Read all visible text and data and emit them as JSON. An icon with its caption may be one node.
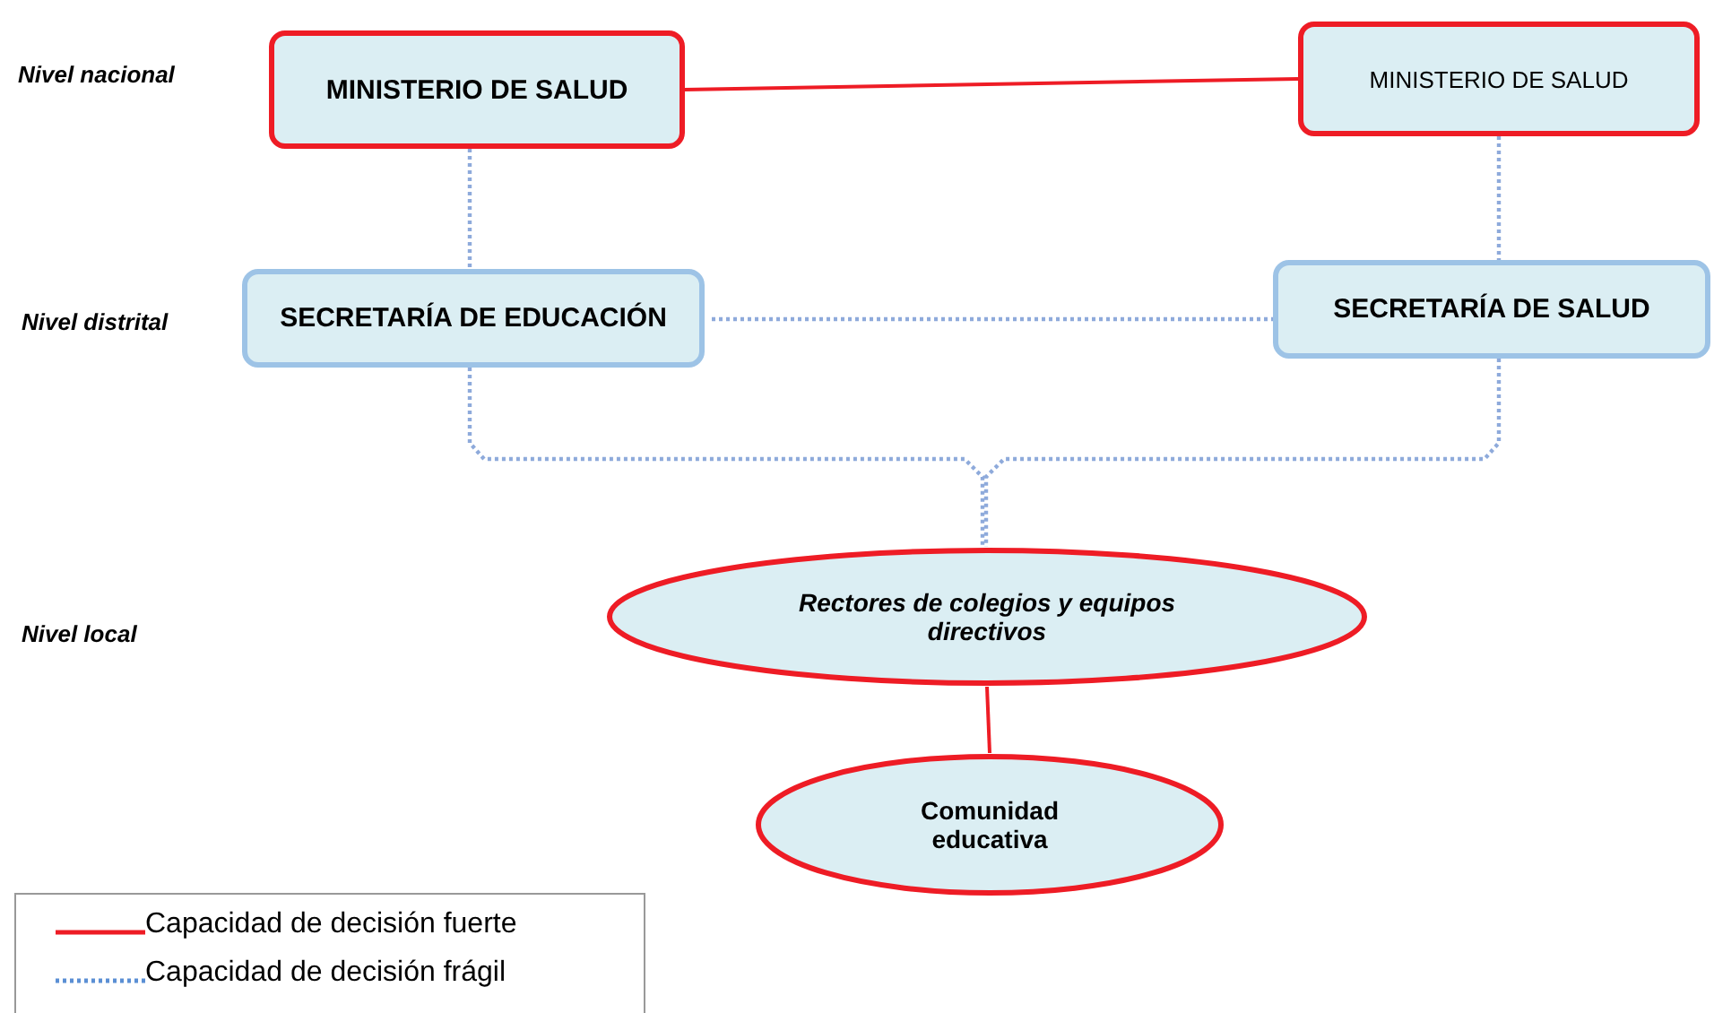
{
  "diagram": {
    "nodes": [
      {
        "text": [
          "MINISTERIO DE SALUD"
        ]
      },
      {
        "text": [
          "MINISTERIO DE SALUD"
        ]
      },
      {
        "text": [
          "SECRETARÍA DE EDUCACIÓN"
        ]
      },
      {
        "text": [
          "SECRETARÍA DE SALUD"
        ]
      },
      {
        "text": [
          "Rectores de colegios y equipos directivos"
        ]
      },
      {
        "text": [
          "Comunidad educativa"
        ]
      }
    ],
    "edges": [
      {
        "from": 0,
        "to": 1,
        "arrow": "none",
        "color": "#ee1c25"
      },
      {
        "from": 0,
        "to": 2,
        "arrow": "none",
        "style": "dashed"
      },
      {
        "from": 1,
        "to": 3,
        "arrow": "none",
        "style": "dashed"
      },
      {
        "from": 2,
        "to": 3,
        "arrow": "none",
        "style": "dashed"
      },
      {
        "from": 2,
        "to": 4,
        "arrow": "none",
        "style": "dashed"
      },
      {
        "from": 3,
        "to": 4,
        "arrow": "none",
        "style": "dashed"
      },
      {
        "from": 4,
        "to": 5,
        "arrow": "none",
        "color": "#ee1c25"
      }
    ],
    "labels": [
      "Nivel nacional",
      "Nivel distrital",
      "Nivel local"
    ],
    "legend": [
      {
        "text": "Capacidad de decisión fuerte"
      },
      {
        "text": "Capacidad de decisión frágil"
      }
    ]
  }
}
